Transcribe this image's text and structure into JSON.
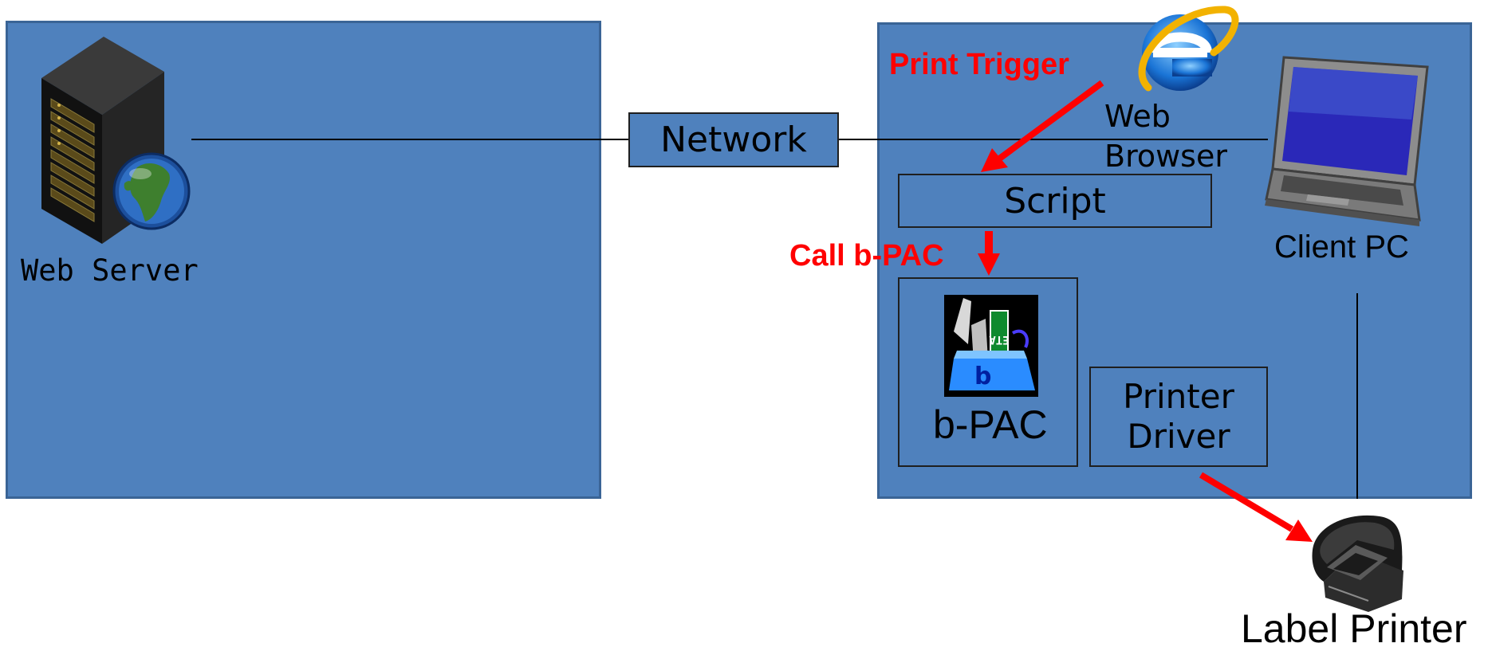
{
  "server": {
    "label": "Web Server"
  },
  "network": {
    "label": "Network"
  },
  "browser": {
    "label_line1": "Web",
    "label_line2": "Browser"
  },
  "client": {
    "label": "Client PC"
  },
  "script": {
    "label": "Script"
  },
  "bpac": {
    "label": "b-PAC",
    "icon_text": "ETA",
    "icon_letter": "b"
  },
  "driver": {
    "label_line1": "Printer",
    "label_line2": "Driver"
  },
  "printer": {
    "label": "Label Printer"
  },
  "arrows": {
    "print_trigger": "Print Trigger",
    "call_bpac": "Call b-PAC"
  },
  "colors": {
    "zone": "#4f81bd",
    "zone_border": "#3a6496",
    "arrow": "#ff0000"
  }
}
